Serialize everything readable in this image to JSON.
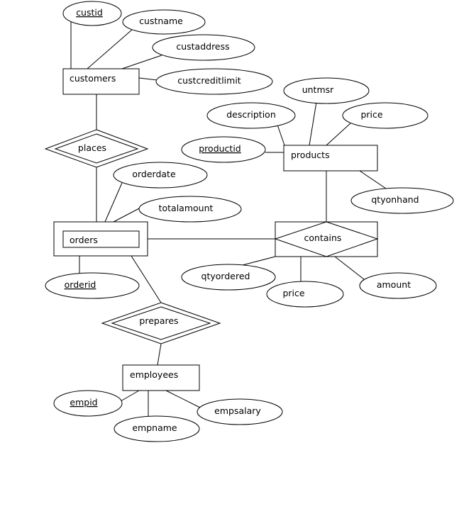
{
  "entities": {
    "customers": "customers",
    "products": "products",
    "orders": "orders",
    "employees": "employees"
  },
  "relationships": {
    "places": "places",
    "contains": "contains",
    "prepares": "prepares"
  },
  "attributes": {
    "custid": "custid",
    "custname": "custname",
    "custaddress": "custaddress",
    "custcreditlimit": "custcreditlimit",
    "untmsr": "untmsr",
    "description": "description",
    "product_price": "price",
    "productid": "productid",
    "qtyonhand": "qtyonhand",
    "orderdate": "orderdate",
    "totalamount": "totalamount",
    "orderid": "orderid",
    "qtyordered": "qtyordered",
    "contains_price": "price",
    "amount": "amount",
    "empid": "empid",
    "empname": "empname",
    "empsalary": "empsalary"
  },
  "key_attributes": [
    "custid",
    "productid",
    "orderid",
    "empid"
  ],
  "colors": {
    "stroke": "#000000",
    "fill": "#ffffff",
    "background": "#ffffff"
  }
}
